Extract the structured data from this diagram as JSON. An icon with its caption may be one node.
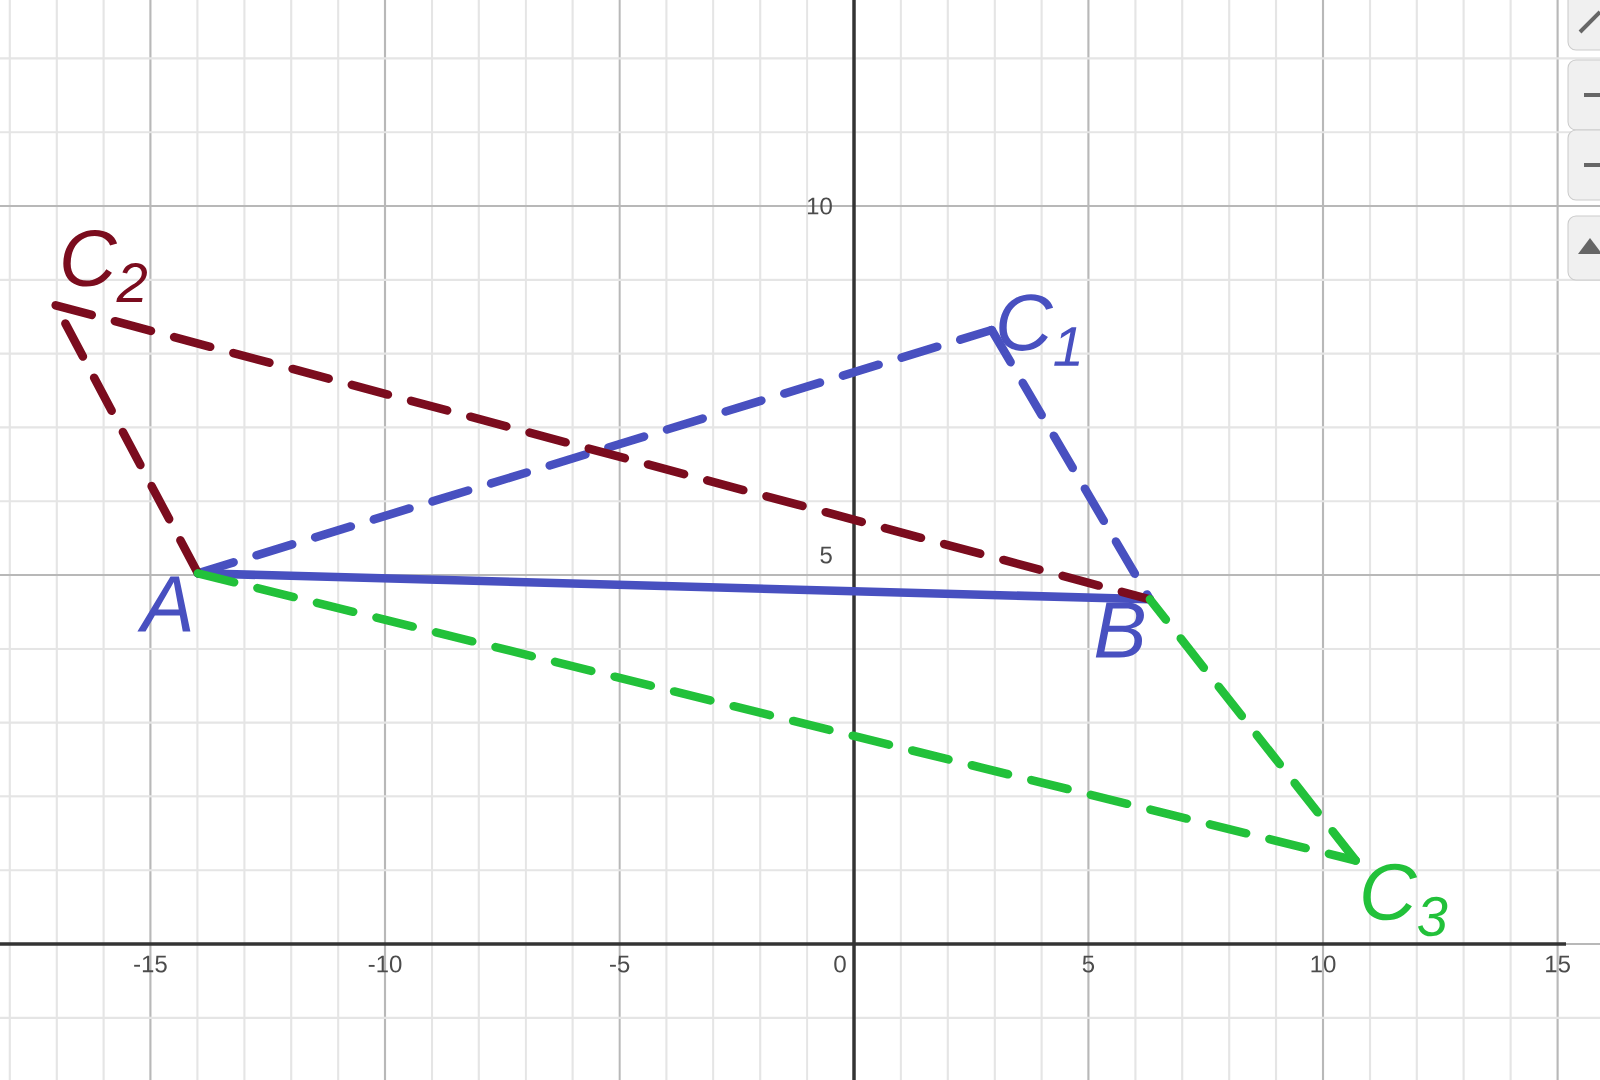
{
  "diagram": {
    "nodes": [
      {
        "text": [
          "A"
        ]
      },
      {
        "text": [
          "B"
        ]
      },
      {
        "text": [
          "C$_{1}$"
        ]
      },
      {
        "text": [
          "C$_{2}$"
        ]
      },
      {
        "text": [
          "C$_{3}$"
        ]
      }
    ],
    "edges": [
      {
        "from": 0,
        "to": 1,
        "arrow": "none"
      },
      {
        "from": 0,
        "to": 2,
        "arrow": "none",
        "style": "dashed"
      },
      {
        "from": 2,
        "to": 1,
        "arrow": "none",
        "style": "dashed"
      },
      {
        "from": 0,
        "to": 3,
        "arrow": "none",
        "style": "dashed",
        "color": "#7b0c1e"
      },
      {
        "from": 3,
        "to": 1,
        "arrow": "none",
        "style": "dashed",
        "color": "#7b0c1e"
      },
      {
        "from": 0,
        "to": 4,
        "arrow": "none",
        "style": "dashed",
        "color": "#22c13a"
      },
      {
        "from": 4,
        "to": 1,
        "arrow": "none",
        "style": "dashed",
        "color": "#22c13a"
      }
    ],
    "labels": [
      "10",
      "5",
      "-15",
      "-10",
      "-5",
      "0",
      "5",
      "10",
      "15"
    ]
  }
}
